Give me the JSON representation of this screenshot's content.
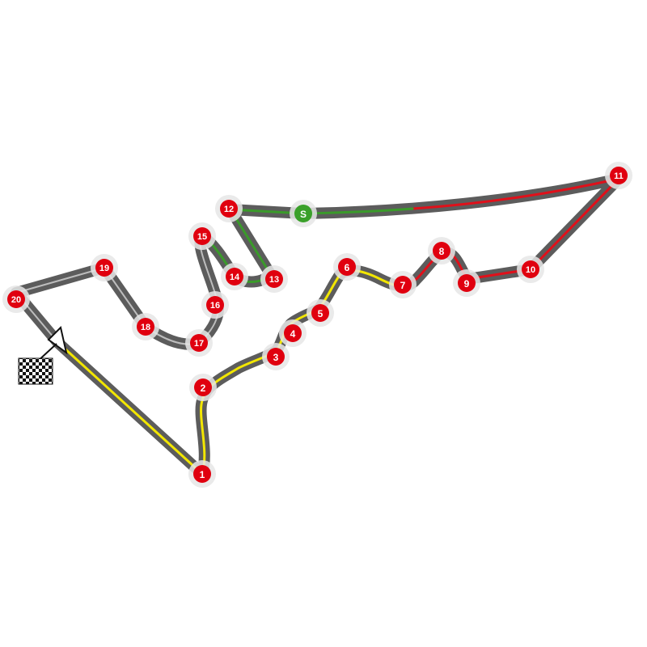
{
  "colors": {
    "track": "#5a5a5a",
    "sector1": "#f2e600",
    "sector2": "#e0101a",
    "sector3": "#3a9a2a",
    "corner_marker": "#e0000f",
    "start_marker": "#3aa02a",
    "marker_halo": "#e6e6e6"
  },
  "start_marker": {
    "label": "S"
  },
  "finish_flag": {
    "icon": "checkered-flag-icon"
  },
  "corners": [
    {
      "label": "1"
    },
    {
      "label": "2"
    },
    {
      "label": "3"
    },
    {
      "label": "4"
    },
    {
      "label": "5"
    },
    {
      "label": "6"
    },
    {
      "label": "7"
    },
    {
      "label": "8"
    },
    {
      "label": "9"
    },
    {
      "label": "10"
    },
    {
      "label": "11"
    },
    {
      "label": "12"
    },
    {
      "label": "13"
    },
    {
      "label": "14"
    },
    {
      "label": "15"
    },
    {
      "label": "16"
    },
    {
      "label": "17"
    },
    {
      "label": "18"
    },
    {
      "label": "19"
    },
    {
      "label": "20"
    }
  ]
}
